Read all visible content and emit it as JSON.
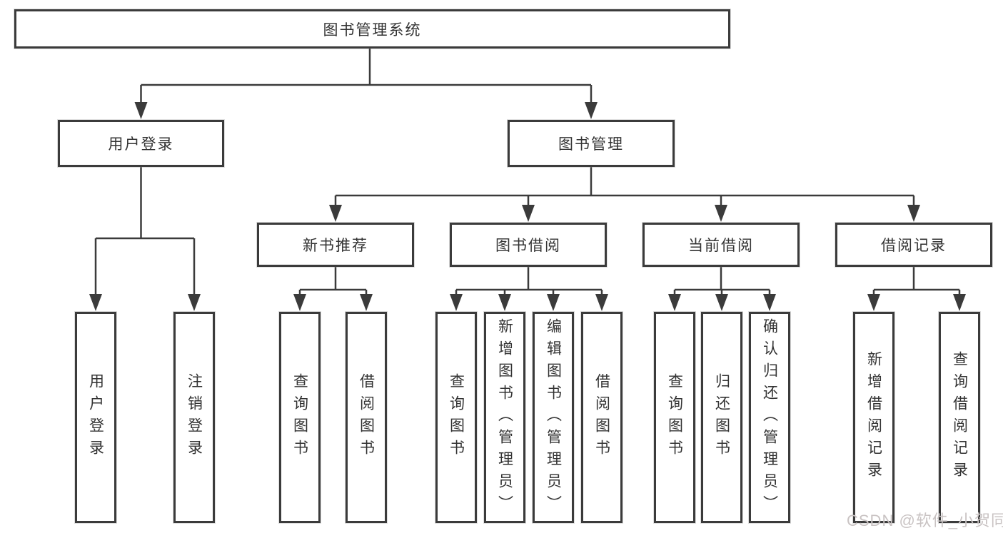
{
  "colors": {
    "line": "#3b3b3b",
    "text": "#333333",
    "watermark_color": "#c9c3c3",
    "background": "#ffffff"
  },
  "diagram": {
    "root": {
      "label": "图书管理系统"
    },
    "level2": [
      {
        "label": "用户登录"
      },
      {
        "label": "图书管理"
      }
    ],
    "level3": [
      {
        "label": "新书推荐"
      },
      {
        "label": "图书借阅"
      },
      {
        "label": "当前借阅"
      },
      {
        "label": "借阅记录"
      }
    ],
    "leaves": {
      "user_login": [
        "用户登录",
        "注销登录"
      ],
      "new_book": [
        "查询图书",
        "借阅图书"
      ],
      "book_borrow": [
        "查询图书",
        "新增图书（管理员）",
        "编辑图书（管理员）",
        "借阅图书"
      ],
      "current_borrow": [
        "查询图书",
        "归还图书",
        "确认归还（管理员）"
      ],
      "borrow_record": [
        "新增借阅记录",
        "查询借阅记录"
      ]
    }
  },
  "watermark": {
    "text": "CSDN @软件_小贺同学"
  }
}
